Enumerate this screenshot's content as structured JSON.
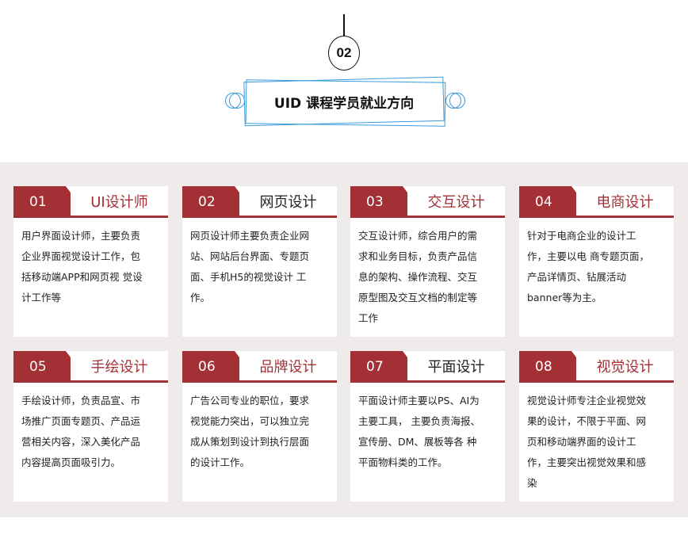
{
  "header": {
    "number": "02",
    "title": "UID 课程学员就业方向"
  },
  "colors": {
    "accent": "#a33035",
    "frame": "#3a9ad9",
    "section_bg": "#efebeb"
  },
  "cards": [
    {
      "no": "01",
      "title": "UI设计师",
      "title_color": "#a33035",
      "lines": [
        "用户界面设计师，主要负责",
        "企业界面视觉设计工作，包",
        "括移动端APP和网页视 觉设",
        "计工作等"
      ]
    },
    {
      "no": "02",
      "title": "网页设计",
      "title_color": "#222222",
      "lines": [
        "网页设计师主要负责企业网",
        "站、网站后台界面、专题页",
        "面、手机H5的视觉设计 工",
        "作。"
      ]
    },
    {
      "no": "03",
      "title": "交互设计",
      "title_color": "#a33035",
      "lines": [
        "交互设计师，综合用户的需",
        "求和业务目标，负责产品信",
        "息的架构、操作流程、交互",
        "原型图及交互文档的制定等",
        "工作"
      ]
    },
    {
      "no": "04",
      "title": "电商设计",
      "title_color": "#a33035",
      "lines": [
        "针对于电商企业的设计工",
        "作，主要以电 商专题页面，",
        "产品详情页、钻展活动",
        "banner等为主。"
      ]
    },
    {
      "no": "05",
      "title": "手绘设计",
      "title_color": "#a33035",
      "lines": [
        "手绘设计师，负责品宣、市",
        "场推广页面专题页、产品运",
        "营相关内容，深入美化产品",
        "内容提高页面吸引力。"
      ]
    },
    {
      "no": "06",
      "title": "品牌设计",
      "title_color": "#a33035",
      "lines": [
        "广告公司专业的职位，要求",
        "视觉能力突出，可以独立完",
        "成从策划到设计到执行层面",
        "的设计工作。"
      ]
    },
    {
      "no": "07",
      "title": "平面设计",
      "title_color": "#222222",
      "lines": [
        "平面设计师主要以PS、AI为",
        "主要工具， 主要负责海报、",
        "宣传册、DM、展板等各 种",
        "平面物料类的工作。"
      ]
    },
    {
      "no": "08",
      "title": "视觉设计",
      "title_color": "#a33035",
      "lines": [
        "视觉设计师专注企业视觉效",
        "果的设计，不限于平面、网",
        "页和移动端界面的设计工",
        "作，主要突出视觉效果和感",
        "染"
      ]
    }
  ]
}
